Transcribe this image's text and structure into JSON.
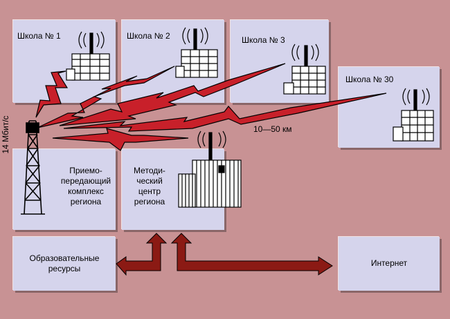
{
  "schools": [
    {
      "label": "Школа № 1"
    },
    {
      "label": "Школа № 2"
    },
    {
      "label": "Школа № 3"
    },
    {
      "label": "Школа № 30"
    }
  ],
  "regional_complex": {
    "label": "Приемо-\nпередающий\nкомплекс\nрегиона"
  },
  "method_center": {
    "label": "Методи-\nческий\nцентр\nрегиона"
  },
  "resources": {
    "label": "Образовательные\nресурсы"
  },
  "internet": {
    "label": "Интернет"
  },
  "speed_label": "14 Мбит/с",
  "distance_label": "10—50 км",
  "colors": {
    "background": "#C89294",
    "box": "#D5D4EC",
    "signal": "#C8202A",
    "arrow": "#8B1A14"
  }
}
